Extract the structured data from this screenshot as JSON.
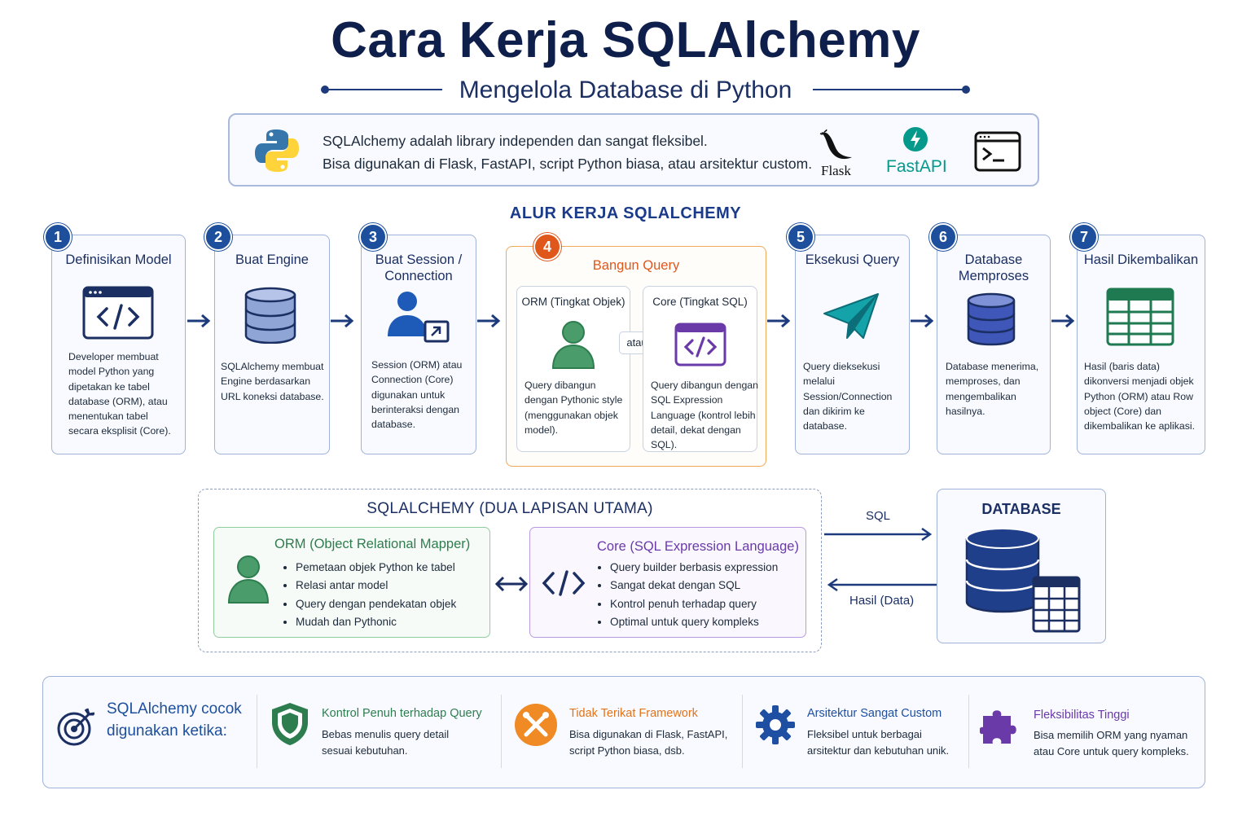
{
  "title": "Cara Kerja SQLAlchemy",
  "subtitle": "Mengelola Database di Python",
  "intro": {
    "line1": "SQLAlchemy adalah library independen dan sangat fleksibel.",
    "line2": "Bisa digunakan di Flask, FastAPI, script Python biasa, atau arsitektur custom.",
    "flask_label": "Flask",
    "fastapi_label": "FastAPI"
  },
  "flow_title": "ALUR KERJA SQLALCHEMY",
  "steps": [
    {
      "num": "1",
      "title": "Definisikan Model",
      "desc": "Developer membuat model Python yang dipetakan ke tabel database (ORM), atau menentukan tabel secara eksplisit (Core)."
    },
    {
      "num": "2",
      "title": "Buat Engine",
      "desc": "SQLAlchemy membuat Engine berdasarkan URL koneksi database."
    },
    {
      "num": "3",
      "title": "Buat Session / Connection",
      "desc": "Session (ORM) atau Connection (Core) digunakan untuk berinteraksi dengan database."
    },
    {
      "num": "4",
      "title": "Bangun Query",
      "orm_title": "ORM (Tingkat Objek)",
      "orm_desc": "Query dibangun dengan Pythonic style (menggunakan objek model).",
      "or_label": "atau",
      "core_title": "Core (Tingkat SQL)",
      "core_desc": "Query dibangun dengan SQL Expression Language (kontrol lebih detail, dekat dengan SQL)."
    },
    {
      "num": "5",
      "title": "Eksekusi Query",
      "desc": "Query dieksekusi melalui Session/Connection dan dikirim ke database."
    },
    {
      "num": "6",
      "title": "Database Memproses",
      "desc": "Database menerima, memproses, dan mengembalikan hasilnya."
    },
    {
      "num": "7",
      "title": "Hasil Dikembalikan",
      "desc": "Hasil (baris data) dikonversi menjadi objek Python (ORM) atau Row object (Core) dan dikembalikan ke aplikasi."
    }
  ],
  "layers": {
    "title": "SQLALCHEMY (DUA LAPISAN UTAMA)",
    "orm": {
      "title": "ORM (Object Relational Mapper)",
      "items": [
        "Pemetaan objek Python ke tabel",
        "Relasi antar model",
        "Query dengan pendekatan objek",
        "Mudah dan Pythonic"
      ]
    },
    "core": {
      "title": "Core (SQL Expression Language)",
      "items": [
        "Query builder berbasis expression",
        "Sangat dekat dengan SQL",
        "Kontrol penuh terhadap query",
        "Optimal untuk query kompleks"
      ]
    }
  },
  "database": {
    "title": "DATABASE",
    "sql_label": "SQL",
    "result_label": "Hasil (Data)"
  },
  "usecases": {
    "heading_line1": "SQLAlchemy cocok",
    "heading_line2": "digunakan ketika:",
    "items": [
      {
        "title": "Kontrol Penuh terhadap Query",
        "desc1": "Bebas menulis query detail",
        "desc2": "sesuai kebutuhan.",
        "color": "#2e7d4f"
      },
      {
        "title": "Tidak Terikat Framework",
        "desc1": "Bisa digunakan di Flask, FastAPI,",
        "desc2": "script Python biasa, dsb.",
        "color": "#e0741c"
      },
      {
        "title": "Arsitektur Sangat Custom",
        "desc1": "Fleksibel untuk berbagai",
        "desc2": "arsitektur dan kebutuhan unik.",
        "color": "#1e4fa3"
      },
      {
        "title": "Fleksibilitas Tinggi",
        "desc1": "Bisa memilih ORM yang nyaman",
        "desc2": "atau Core untuk query kompleks.",
        "color": "#6a3aa8"
      }
    ]
  },
  "colors": {
    "primary": "#1d4f9c",
    "accent_orange": "#e0741c",
    "orm_green": "#2e7d4f",
    "core_purple": "#6a3aa8",
    "navy": "#0f1f4b"
  }
}
